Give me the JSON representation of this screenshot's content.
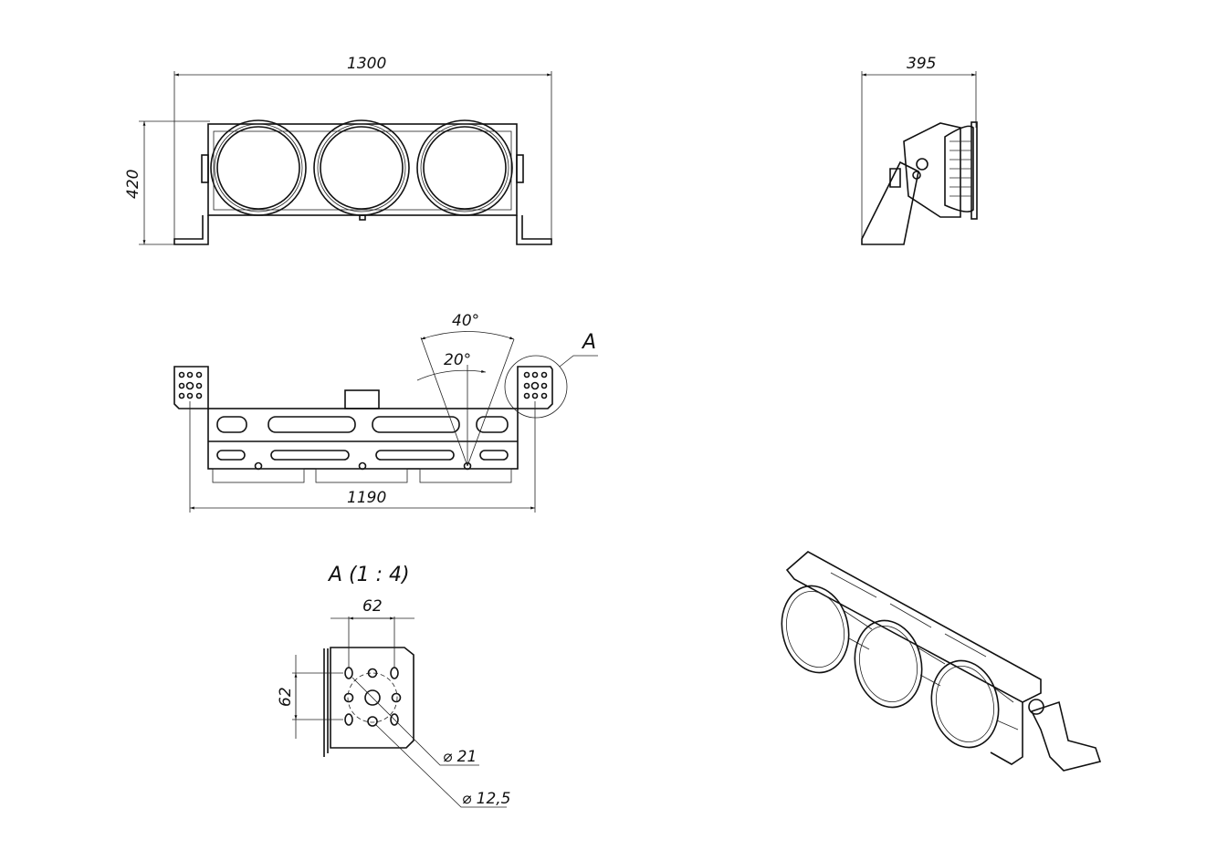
{
  "front_view": {
    "width_dim": "1300",
    "height_dim": "420"
  },
  "side_view": {
    "depth_dim": "395"
  },
  "plan_view": {
    "angle_large": "40°",
    "angle_small": "20°",
    "detail_marker": "A",
    "mount_span_dim": "1190"
  },
  "detail_a": {
    "title": "A (1 : 4)",
    "hole_spacing_h": "62",
    "hole_spacing_v": "62",
    "center_hole_dia": "⌀ 21",
    "small_hole_dia": "⌀ 12,5"
  },
  "colors": {
    "line": "#111111",
    "background": "#ffffff"
  }
}
